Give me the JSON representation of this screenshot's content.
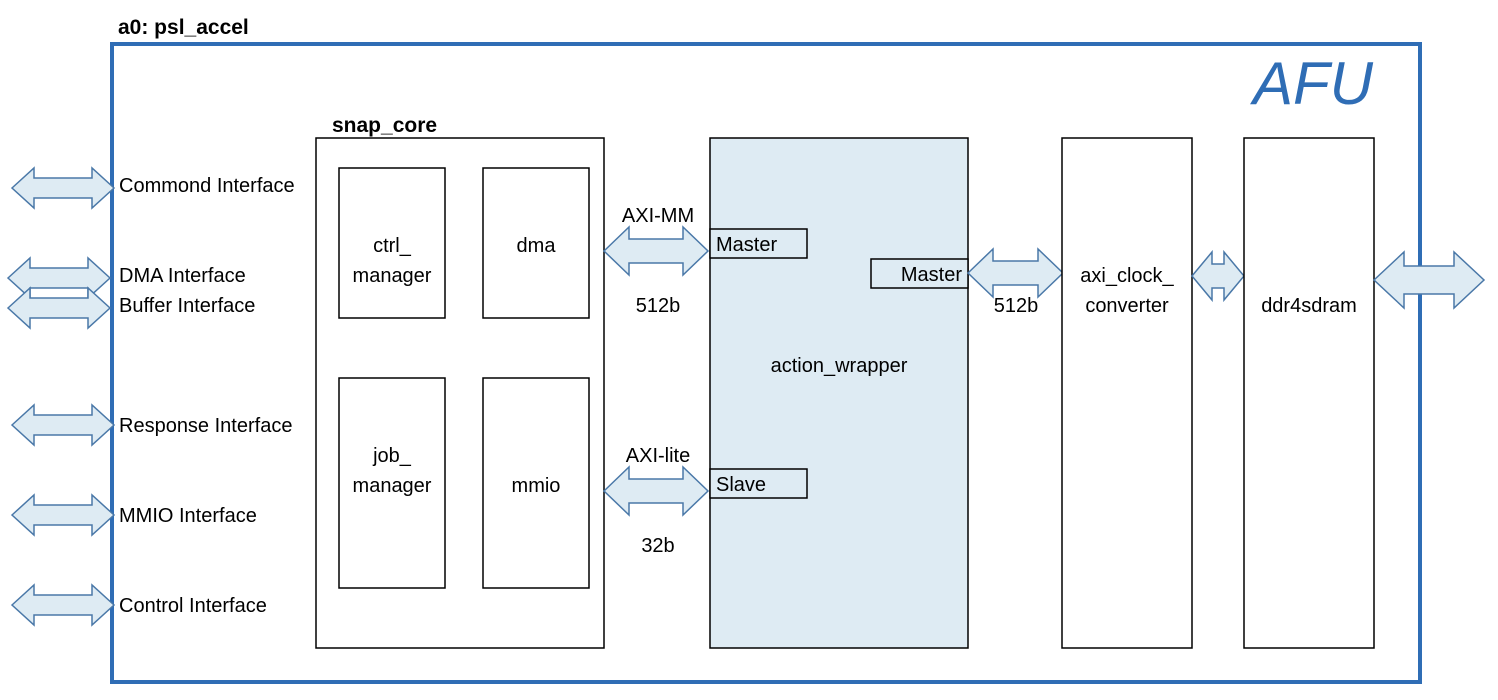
{
  "title": "a0: psl_accel",
  "afu_label": "AFU",
  "snap_core": {
    "title": "snap_core",
    "blocks": {
      "ctrl_manager": [
        "ctrl_",
        "manager"
      ],
      "dma": "dma",
      "job_manager": [
        "job_",
        "manager"
      ],
      "mmio": "mmio"
    }
  },
  "interfaces": [
    "Commond Interface",
    "DMA Interface",
    "Buffer Interface",
    "Response Interface",
    "MMIO Interface",
    "Control Interface"
  ],
  "axi_mm": {
    "label": "AXI-MM",
    "width": "512b"
  },
  "axi_lite": {
    "label": "AXI-lite",
    "width": "32b"
  },
  "action_wrapper": {
    "label": "action_wrapper",
    "port_master_left": "Master",
    "port_master_right": "Master",
    "port_slave": "Slave"
  },
  "ddr_link_width": "512b",
  "axi_clock_converter": [
    "axi_clock_",
    "converter"
  ],
  "ddr4sdram": "ddr4sdram",
  "colors": {
    "outer_border": "#2f6db5",
    "afu_text": "#2f6db5",
    "arrow_fill": "#deebf3",
    "arrow_stroke": "#4a78a8",
    "action_fill": "#deebf3"
  }
}
